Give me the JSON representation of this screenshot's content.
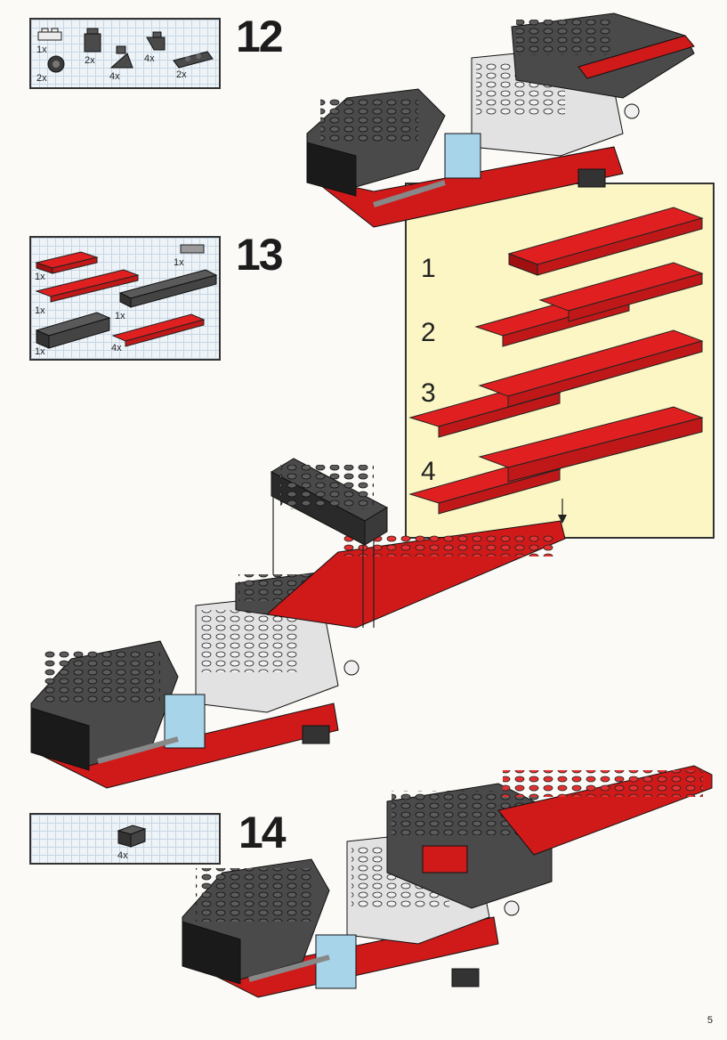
{
  "page_number": "5",
  "steps": [
    {
      "number": "12",
      "parts": [
        {
          "qty": "1x",
          "color": "#ebebeb",
          "icon": "white-plate-1x2-icon"
        },
        {
          "qty": "2x",
          "color": "#4a4a4a",
          "icon": "dark-grey-brick-1x1-icon"
        },
        {
          "qty": "4x",
          "color": "#4a4a4a",
          "icon": "dark-grey-slope-icon"
        },
        {
          "qty": "4x",
          "color": "#4a4a4a",
          "icon": "dark-grey-slope-inverted-icon"
        },
        {
          "qty": "2x",
          "color": "#4a4a4a",
          "icon": "dark-grey-wedge-plate-icon"
        },
        {
          "qty": "2x",
          "color": "#3a3a3a",
          "icon": "dark-grey-round-brick-icon"
        }
      ]
    },
    {
      "number": "13",
      "parts": [
        {
          "qty": "1x",
          "color": "#d01a1a",
          "icon": "red-plate-2x4-icon"
        },
        {
          "qty": "1x",
          "color": "#9a9a9a",
          "icon": "grey-tile-1x2-icon"
        },
        {
          "qty": "1x",
          "color": "#d01a1a",
          "icon": "red-plate-2x10-icon"
        },
        {
          "qty": "1x",
          "color": "#4a4a4a",
          "icon": "dark-grey-plate-2x8-icon"
        },
        {
          "qty": "1x",
          "color": "#4a4a4a",
          "icon": "dark-grey-brick-2x6-icon"
        },
        {
          "qty": "4x",
          "color": "#d01a1a",
          "icon": "red-plate-2x8-icon"
        }
      ],
      "sub_steps": [
        "1",
        "2",
        "3",
        "4"
      ]
    },
    {
      "number": "14",
      "parts": [
        {
          "qty": "4x",
          "color": "#4a4a4a",
          "icon": "dark-grey-brick-1x2-icon"
        }
      ]
    }
  ],
  "colors": {
    "red": "#d01a1a",
    "dark_grey": "#4a4a4a",
    "light_grey": "#e2e2e2",
    "trans_blue": "#a8d4ea",
    "black": "#1a1a1a",
    "highlight_yellow": "#fbf6c4",
    "grid_blue": "#c6d6e4"
  }
}
